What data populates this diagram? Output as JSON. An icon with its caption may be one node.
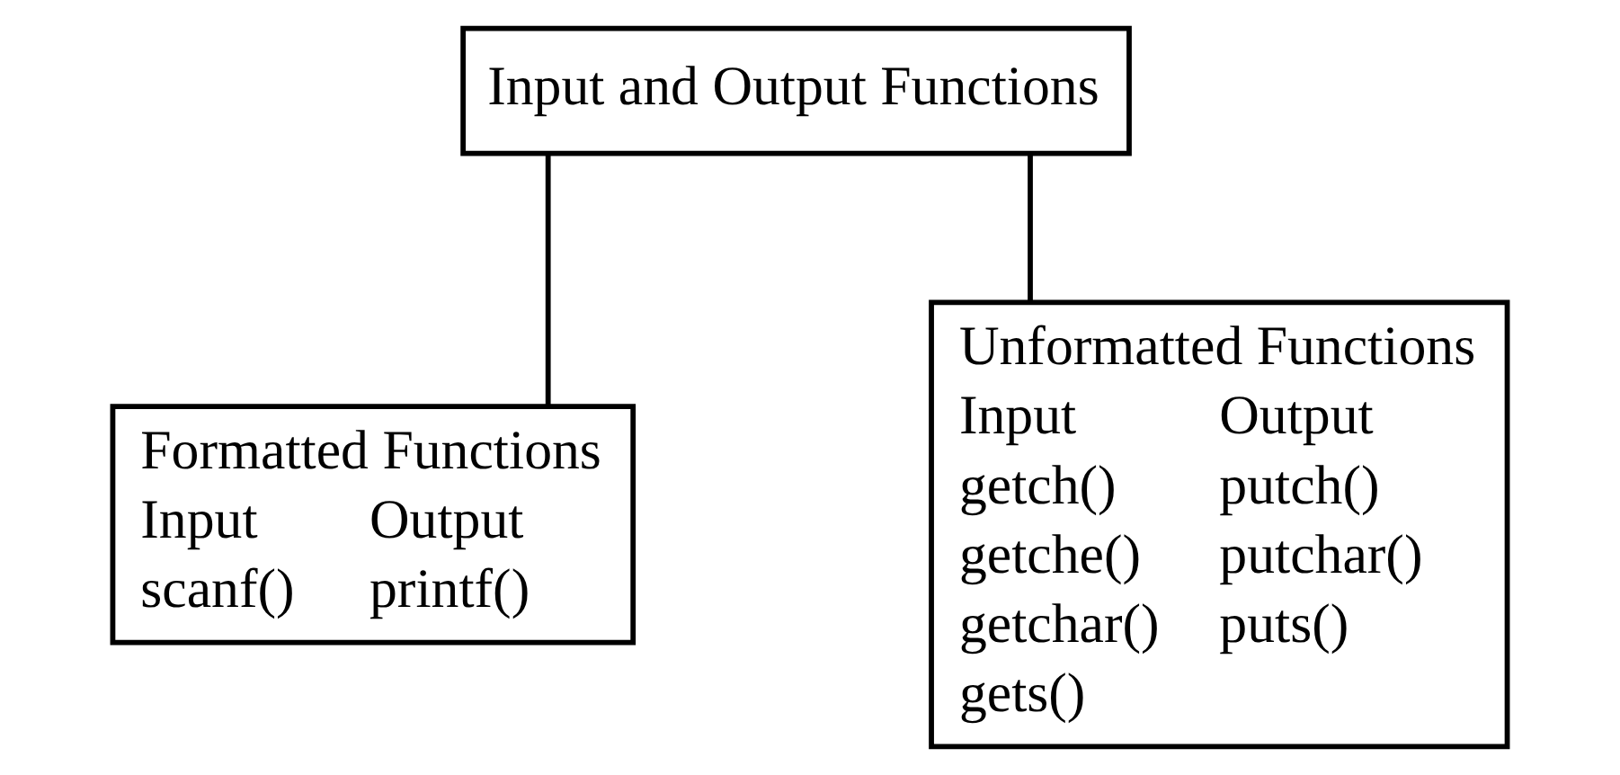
{
  "diagram": {
    "nodes": [
      {
        "text": [
          "Input and Output Functions"
        ]
      },
      {
        "text": [
          "Formatted Functions",
          "Input",
          "Output",
          "scanf()",
          "printf()"
        ]
      },
      {
        "text": [
          "Unformatted Functions",
          "Input",
          "Output",
          "getch()",
          "putch()",
          "getche()",
          "putchar()",
          "getchar()",
          "puts()",
          "gets()"
        ]
      }
    ],
    "edges": [
      {
        "from": 0,
        "to": 1,
        "arrow": "none"
      },
      {
        "from": 0,
        "to": 2,
        "arrow": "none"
      }
    ]
  }
}
